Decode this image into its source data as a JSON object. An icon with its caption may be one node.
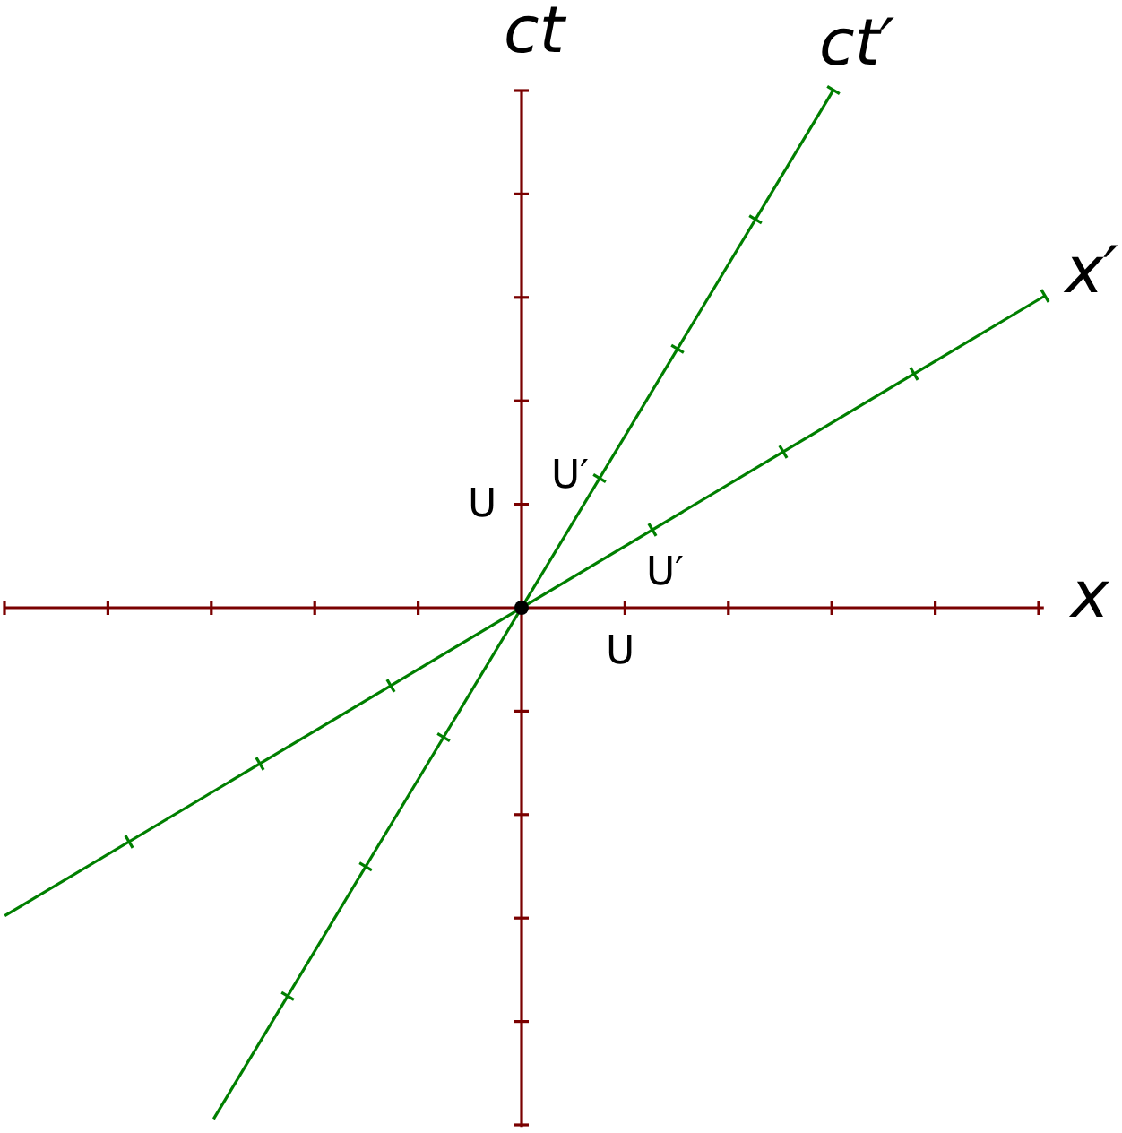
{
  "diagram": {
    "labels": [
      "ct",
      "ct′",
      "x′",
      "U′",
      "U",
      "U′",
      "x",
      "U"
    ]
  }
}
